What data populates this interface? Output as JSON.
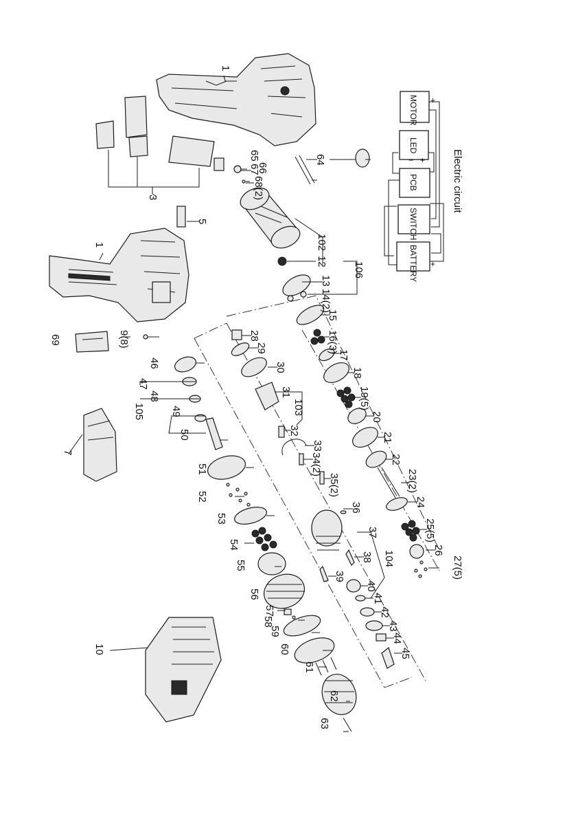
{
  "circuit": {
    "title": "Electric  circuit",
    "components": [
      "MOTOR",
      "LED",
      "PCB",
      "SWITCH",
      "BATTERY"
    ],
    "polarity": {
      "plus": "+",
      "minus": "−"
    }
  },
  "labels": {
    "p1a": "1",
    "p1b": "1",
    "p3": "3",
    "p5": "5",
    "p7": "7",
    "p9": "9(8)",
    "p10": "10",
    "p12": "12",
    "p13": "13",
    "p14": "14(2)",
    "p15": "15",
    "p16": "16(3)",
    "p17": "17",
    "p18": "18",
    "p19": "19(5)",
    "p20": "20",
    "p21": "21",
    "p22": "22",
    "p23": "23(2)",
    "p24": "24",
    "p25": "25(5)",
    "p26": "26",
    "p27": "27(5)",
    "p28": "28",
    "p29": "29",
    "p30": "30",
    "p31": "31",
    "p32": "32",
    "p33": "33",
    "p34": "34(2)",
    "p35": "35(2)",
    "p36": "36",
    "p37": "37",
    "p38": "38",
    "p39": "39",
    "p40": "40",
    "p41": "41",
    "p42": "42",
    "p43": "43",
    "p44": "44",
    "p45": "45",
    "p46": "46",
    "p47": "47",
    "p48": "48",
    "p49": "49",
    "p50": "50",
    "p51": "51",
    "p52": "52",
    "p53": "53",
    "p54": "54",
    "p55": "55",
    "p56": "56",
    "p57": "57",
    "p58": "58",
    "p59": "59",
    "p60": "60",
    "p61": "61",
    "p62": "62",
    "p63": "63",
    "p64": "64",
    "p65": "65",
    "p66": "66",
    "p67": "67",
    "p68": "68(2)",
    "p69": "69",
    "p102": "102",
    "p103": "103",
    "p104": "104",
    "p105": "105",
    "p106": "106"
  }
}
